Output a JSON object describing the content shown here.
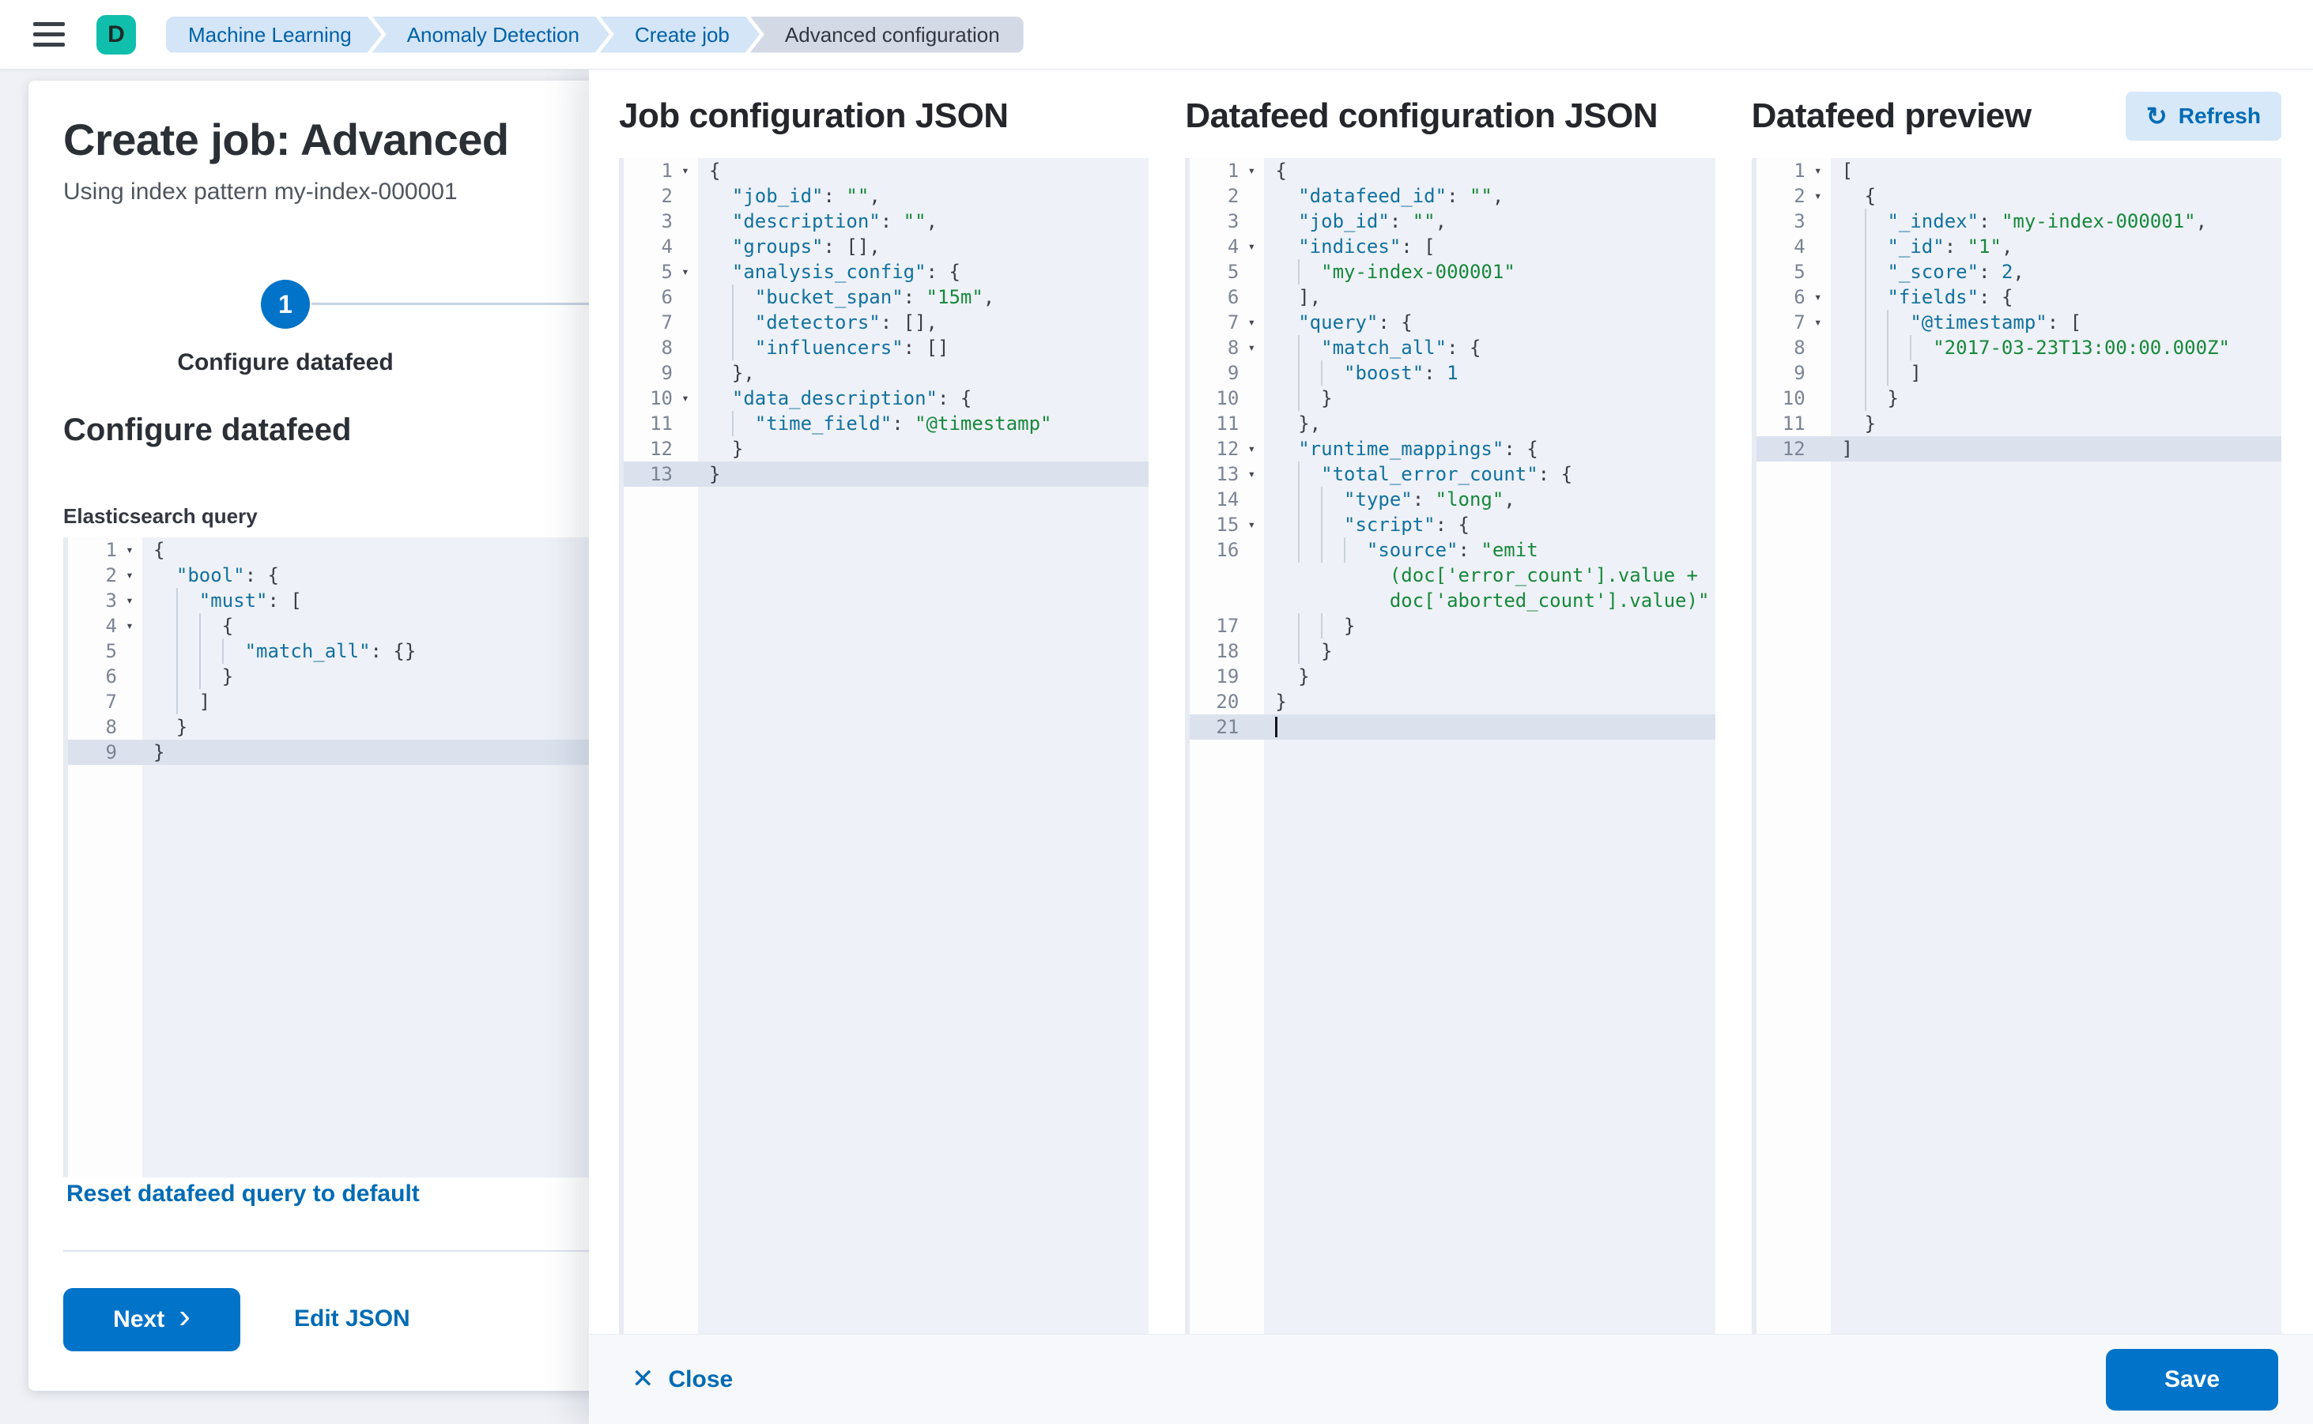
{
  "colors": {
    "primary": "#0173c9",
    "link": "#006bb4",
    "logo-teal": "#0fbfab",
    "crumb-bg": "#d3e5f6",
    "crumb-text": "#0061a6",
    "crumb-current-bg": "#d3dae6",
    "text-dark": "#343741",
    "page-bg": "#eff1f6",
    "footer-bg": "#f6f8fb",
    "refresh-bg": "#d7e8f8",
    "editor-bg": "#eef1f7",
    "editor-active": "#dbe2ee",
    "gutter-text": "#7b8494",
    "code-key": "#11719f",
    "code-string": "#17883b",
    "code-number": "#11719f",
    "code-punct": "#3a3e46"
  },
  "header": {
    "logo_letter": "D",
    "breadcrumbs": [
      {
        "label": "Machine Learning"
      },
      {
        "label": "Anomaly Detection"
      },
      {
        "label": "Create job"
      },
      {
        "label": "Advanced configuration"
      }
    ]
  },
  "wizard": {
    "title": "Create job: Advanced",
    "subtitle": "Using index pattern my-index-000001",
    "step_number": "1",
    "step_label": "Configure datafeed",
    "section_heading": "Configure datafeed",
    "query_label": "Elasticsearch query",
    "reset_link": "Reset datafeed query to default",
    "next_button": "Next",
    "next_chevron": "›",
    "edit_json_link": "Edit JSON"
  },
  "flyout": {
    "columns": [
      {
        "title": "Job configuration JSON"
      },
      {
        "title": "Datafeed configuration JSON"
      },
      {
        "title": "Datafeed preview",
        "refresh_button": "Refresh",
        "refresh_icon": "↻"
      }
    ],
    "close_button": "Close",
    "close_icon": "✕",
    "save_button": "Save"
  },
  "editors": {
    "es_query": {
      "lines": [
        {
          "n": "1",
          "fold": true,
          "ind": 0,
          "toks": [
            [
              "p",
              "{"
            ]
          ]
        },
        {
          "n": "2",
          "fold": true,
          "ind": 1,
          "toks": [
            [
              "k",
              "\"bool\""
            ],
            [
              "p",
              ": {"
            ]
          ]
        },
        {
          "n": "3",
          "fold": true,
          "ind": 2,
          "toks": [
            [
              "k",
              "\"must\""
            ],
            [
              "p",
              ": ["
            ]
          ]
        },
        {
          "n": "4",
          "fold": true,
          "ind": 3,
          "toks": [
            [
              "p",
              "{"
            ]
          ]
        },
        {
          "n": "5",
          "ind": 4,
          "toks": [
            [
              "k",
              "\"match_all\""
            ],
            [
              "p",
              ": {}"
            ]
          ]
        },
        {
          "n": "6",
          "ind": 3,
          "toks": [
            [
              "p",
              "}"
            ]
          ]
        },
        {
          "n": "7",
          "ind": 2,
          "toks": [
            [
              "p",
              "]"
            ]
          ]
        },
        {
          "n": "8",
          "ind": 1,
          "toks": [
            [
              "p",
              "}"
            ]
          ]
        },
        {
          "n": "9",
          "ind": 0,
          "active": true,
          "toks": [
            [
              "p",
              "}"
            ]
          ]
        }
      ]
    },
    "job_config": {
      "lines": [
        {
          "n": "1",
          "fold": true,
          "ind": 0,
          "toks": [
            [
              "p",
              "{"
            ]
          ]
        },
        {
          "n": "2",
          "ind": 1,
          "toks": [
            [
              "k",
              "\"job_id\""
            ],
            [
              "p",
              ": "
            ],
            [
              "s",
              "\"\""
            ],
            [
              "p",
              ","
            ]
          ]
        },
        {
          "n": "3",
          "ind": 1,
          "toks": [
            [
              "k",
              "\"description\""
            ],
            [
              "p",
              ": "
            ],
            [
              "s",
              "\"\""
            ],
            [
              "p",
              ","
            ]
          ]
        },
        {
          "n": "4",
          "ind": 1,
          "toks": [
            [
              "k",
              "\"groups\""
            ],
            [
              "p",
              ": [],"
            ]
          ]
        },
        {
          "n": "5",
          "fold": true,
          "ind": 1,
          "toks": [
            [
              "k",
              "\"analysis_config\""
            ],
            [
              "p",
              ": {"
            ]
          ]
        },
        {
          "n": "6",
          "ind": 2,
          "toks": [
            [
              "k",
              "\"bucket_span\""
            ],
            [
              "p",
              ": "
            ],
            [
              "s",
              "\"15m\""
            ],
            [
              "p",
              ","
            ]
          ]
        },
        {
          "n": "7",
          "ind": 2,
          "toks": [
            [
              "k",
              "\"detectors\""
            ],
            [
              "p",
              ": [],"
            ]
          ]
        },
        {
          "n": "8",
          "ind": 2,
          "toks": [
            [
              "k",
              "\"influencers\""
            ],
            [
              "p",
              ": []"
            ]
          ]
        },
        {
          "n": "9",
          "ind": 1,
          "toks": [
            [
              "p",
              "},"
            ]
          ]
        },
        {
          "n": "10",
          "fold": true,
          "ind": 1,
          "toks": [
            [
              "k",
              "\"data_description\""
            ],
            [
              "p",
              ": {"
            ]
          ]
        },
        {
          "n": "11",
          "ind": 2,
          "toks": [
            [
              "k",
              "\"time_field\""
            ],
            [
              "p",
              ": "
            ],
            [
              "s",
              "\"@timestamp\""
            ]
          ]
        },
        {
          "n": "12",
          "ind": 1,
          "toks": [
            [
              "p",
              "}"
            ]
          ]
        },
        {
          "n": "13",
          "ind": 0,
          "active": true,
          "toks": [
            [
              "p",
              "}"
            ]
          ]
        }
      ]
    },
    "datafeed_config": {
      "lines": [
        {
          "n": "1",
          "fold": true,
          "ind": 0,
          "toks": [
            [
              "p",
              "{"
            ]
          ]
        },
        {
          "n": "2",
          "ind": 1,
          "toks": [
            [
              "k",
              "\"datafeed_id\""
            ],
            [
              "p",
              ": "
            ],
            [
              "s",
              "\"\""
            ],
            [
              "p",
              ","
            ]
          ]
        },
        {
          "n": "3",
          "ind": 1,
          "toks": [
            [
              "k",
              "\"job_id\""
            ],
            [
              "p",
              ": "
            ],
            [
              "s",
              "\"\""
            ],
            [
              "p",
              ","
            ]
          ]
        },
        {
          "n": "4",
          "fold": true,
          "ind": 1,
          "toks": [
            [
              "k",
              "\"indices\""
            ],
            [
              "p",
              ": ["
            ]
          ]
        },
        {
          "n": "5",
          "ind": 2,
          "toks": [
            [
              "s",
              "\"my-index-000001\""
            ]
          ]
        },
        {
          "n": "6",
          "ind": 1,
          "toks": [
            [
              "p",
              "],"
            ]
          ]
        },
        {
          "n": "7",
          "fold": true,
          "ind": 1,
          "toks": [
            [
              "k",
              "\"query\""
            ],
            [
              "p",
              ": {"
            ]
          ]
        },
        {
          "n": "8",
          "fold": true,
          "ind": 2,
          "toks": [
            [
              "k",
              "\"match_all\""
            ],
            [
              "p",
              ": {"
            ]
          ]
        },
        {
          "n": "9",
          "ind": 3,
          "toks": [
            [
              "k",
              "\"boost\""
            ],
            [
              "p",
              ": "
            ],
            [
              "n",
              "1"
            ]
          ]
        },
        {
          "n": "10",
          "ind": 2,
          "toks": [
            [
              "p",
              "}"
            ]
          ]
        },
        {
          "n": "11",
          "ind": 1,
          "toks": [
            [
              "p",
              "},"
            ]
          ]
        },
        {
          "n": "12",
          "fold": true,
          "ind": 1,
          "toks": [
            [
              "k",
              "\"runtime_mappings\""
            ],
            [
              "p",
              ": {"
            ]
          ]
        },
        {
          "n": "13",
          "fold": true,
          "ind": 2,
          "toks": [
            [
              "k",
              "\"total_error_count\""
            ],
            [
              "p",
              ": {"
            ]
          ]
        },
        {
          "n": "14",
          "ind": 3,
          "toks": [
            [
              "k",
              "\"type\""
            ],
            [
              "p",
              ": "
            ],
            [
              "s",
              "\"long\""
            ],
            [
              "p",
              ","
            ]
          ]
        },
        {
          "n": "15",
          "fold": true,
          "ind": 3,
          "toks": [
            [
              "k",
              "\"script\""
            ],
            [
              "p",
              ": {"
            ]
          ]
        },
        {
          "n": "16",
          "ind": 4,
          "toks": [
            [
              "k",
              "\"source\""
            ],
            [
              "p",
              ": "
            ],
            [
              "s",
              "\"emit"
            ]
          ]
        },
        {
          "n": "",
          "cont": true,
          "pre": "          ",
          "toks": [
            [
              "s",
              "(doc['error_count'].value +"
            ]
          ]
        },
        {
          "n": "",
          "cont": true,
          "pre": "          ",
          "toks": [
            [
              "s",
              "doc['aborted_count'].value)\""
            ]
          ]
        },
        {
          "n": "17",
          "ind": 3,
          "toks": [
            [
              "p",
              "}"
            ]
          ]
        },
        {
          "n": "18",
          "ind": 2,
          "toks": [
            [
              "p",
              "}"
            ]
          ]
        },
        {
          "n": "19",
          "ind": 1,
          "toks": [
            [
              "p",
              "}"
            ]
          ]
        },
        {
          "n": "20",
          "ind": 0,
          "toks": [
            [
              "p",
              "}"
            ]
          ]
        },
        {
          "n": "21",
          "ind": 0,
          "active": true,
          "cursor": true,
          "toks": []
        }
      ]
    },
    "preview": {
      "lines": [
        {
          "n": "1",
          "fold": true,
          "ind": 0,
          "toks": [
            [
              "p",
              "["
            ]
          ]
        },
        {
          "n": "2",
          "fold": true,
          "ind": 1,
          "toks": [
            [
              "p",
              "{"
            ]
          ]
        },
        {
          "n": "3",
          "ind": 2,
          "toks": [
            [
              "k",
              "\"_index\""
            ],
            [
              "p",
              ": "
            ],
            [
              "s",
              "\"my-index-000001\""
            ],
            [
              "p",
              ","
            ]
          ]
        },
        {
          "n": "4",
          "ind": 2,
          "toks": [
            [
              "k",
              "\"_id\""
            ],
            [
              "p",
              ": "
            ],
            [
              "s",
              "\"1\""
            ],
            [
              "p",
              ","
            ]
          ]
        },
        {
          "n": "5",
          "ind": 2,
          "toks": [
            [
              "k",
              "\"_score\""
            ],
            [
              "p",
              ": "
            ],
            [
              "n",
              "2"
            ],
            [
              "p",
              ","
            ]
          ]
        },
        {
          "n": "6",
          "fold": true,
          "ind": 2,
          "toks": [
            [
              "k",
              "\"fields\""
            ],
            [
              "p",
              ": {"
            ]
          ]
        },
        {
          "n": "7",
          "fold": true,
          "ind": 3,
          "toks": [
            [
              "k",
              "\"@timestamp\""
            ],
            [
              "p",
              ": ["
            ]
          ]
        },
        {
          "n": "8",
          "ind": 4,
          "toks": [
            [
              "s",
              "\"2017-03-23T13:00:00.000Z\""
            ]
          ]
        },
        {
          "n": "9",
          "ind": 3,
          "toks": [
            [
              "p",
              "]"
            ]
          ]
        },
        {
          "n": "10",
          "ind": 2,
          "toks": [
            [
              "p",
              "}"
            ]
          ]
        },
        {
          "n": "11",
          "ind": 1,
          "toks": [
            [
              "p",
              "}"
            ]
          ]
        },
        {
          "n": "12",
          "ind": 0,
          "active": true,
          "toks": [
            [
              "p",
              "]"
            ]
          ]
        }
      ]
    }
  }
}
